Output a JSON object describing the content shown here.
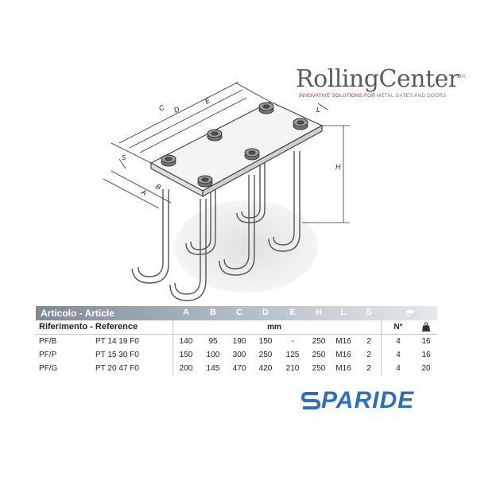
{
  "brand": {
    "logo_text": "RollingCenter",
    "logo_spa": "SPA",
    "tagline_red": "INNOVATIVE SOLUTIONS FOR",
    "tagline_grey": "METAL GATES AND DOORS"
  },
  "drawing": {
    "dim_labels": [
      "C",
      "D",
      "E",
      "L",
      "S",
      "B",
      "A",
      "H"
    ]
  },
  "table": {
    "title": "Articolo - Article",
    "columns": [
      "A",
      "B",
      "C",
      "D",
      "E",
      "H",
      "L",
      "S"
    ],
    "subheader": {
      "reference_label": "Riferimento - Reference",
      "unit": "mm",
      "count_label": "N°"
    },
    "rows": [
      {
        "article": "PF/B",
        "ref": "PT 14 19 F0",
        "A": "140",
        "B": "95",
        "C": "190",
        "D": "150",
        "E": "-",
        "H": "250",
        "L": "M16",
        "S": "2",
        "n": "4",
        "w": "16"
      },
      {
        "article": "PF/P",
        "ref": "PT 15 30 F0",
        "A": "150",
        "B": "100",
        "C": "300",
        "D": "250",
        "E": "125",
        "H": "250",
        "L": "M16",
        "S": "2",
        "n": "4",
        "w": "16"
      },
      {
        "article": "PF/G",
        "ref": "PT 20 47 F0",
        "A": "200",
        "B": "145",
        "C": "470",
        "D": "420",
        "E": "210",
        "H": "250",
        "L": "M16",
        "S": "2",
        "n": "4",
        "w": "20"
      }
    ]
  },
  "footer_brand": {
    "text": "PARIDE",
    "color": "#2f6fb6"
  },
  "colors": {
    "header_gradient_start": "#7d8a96",
    "logo_red": "#c1272d",
    "paride_blue": "#2f6fb6"
  }
}
